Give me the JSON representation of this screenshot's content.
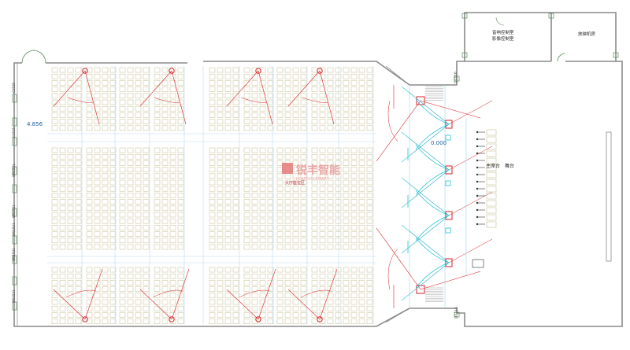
{
  "plan": {
    "room_labels": {
      "control_room": [
        "音响控制室",
        "影像控制室"
      ],
      "projection_room": "放映机房",
      "stage": [
        "主席台",
        "舞台"
      ],
      "hall": "大厅座位区"
    },
    "dimensions": {
      "elevation_upper": "4.856",
      "elevation_front": "0.000",
      "door_top_right": "D1116",
      "door_bottom_right": "D1116"
    },
    "side_labels": [
      "C1515",
      "C1515",
      "WS1521",
      "WS1521",
      "WS1521",
      "WS1521",
      "WS1521"
    ],
    "colors": {
      "wall": "#8a8a8a",
      "seat": "#c9c49a",
      "speaker_red": "#d9232a",
      "coverage_cyan": "#24c3d8",
      "stage_green": "#5a8a5a"
    }
  },
  "watermark": {
    "brand": "锐丰智能",
    "sub": "LEAFEAD-SMART"
  }
}
